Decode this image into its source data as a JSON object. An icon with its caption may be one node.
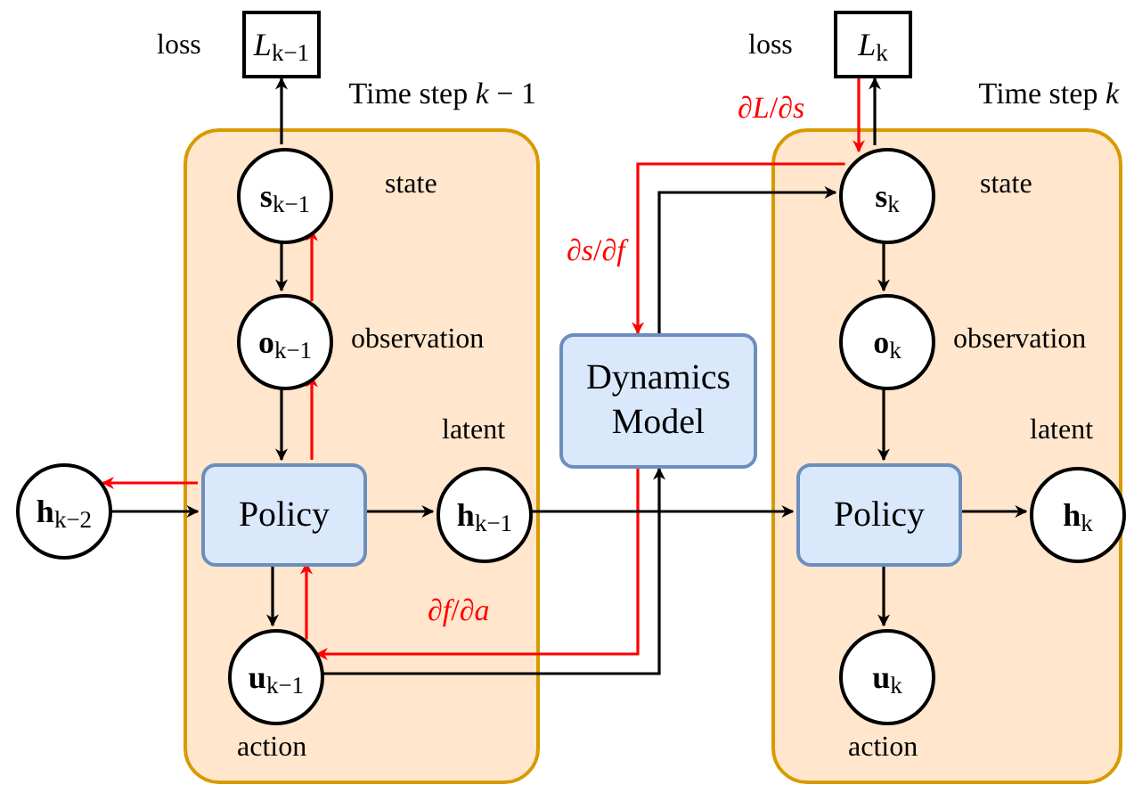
{
  "diagram": {
    "nodes": [
      {
        "text": [
          "Time step *k* − 1"
        ]
      },
      {
        "text": [
          "Time step *k*"
        ]
      },
      {
        "text": [
          "*L*$_{k−1}$"
        ],
        "beside": [
          "loss"
        ]
      },
      {
        "text": [
          "**s**$_{k−1}$"
        ],
        "in": 0,
        "beside": [
          "state"
        ]
      },
      {
        "text": [
          "**o**$_{k−1}$"
        ],
        "in": 0,
        "beside": [
          "observation"
        ]
      },
      {
        "text": [
          "Policy"
        ],
        "in": 0
      },
      {
        "text": [
          "**h**$_{k−1}$"
        ],
        "in": 0,
        "beside": [
          "latent"
        ]
      },
      {
        "text": [
          "**u**$_{k−1}$"
        ],
        "in": 0,
        "beside": [
          "action"
        ]
      },
      {
        "text": [
          "**h**$_{k−2}$"
        ]
      },
      {
        "text": [
          "Dynamics Model"
        ]
      },
      {
        "text": [
          "*L*$_{k}$"
        ],
        "beside": [
          "loss"
        ]
      },
      {
        "text": [
          "**s**$_{k}$"
        ],
        "in": 1,
        "beside": [
          "state"
        ]
      },
      {
        "text": [
          "**o**$_{k}$"
        ],
        "in": 1,
        "beside": [
          "observation"
        ]
      },
      {
        "text": [
          "Policy"
        ],
        "in": 1
      },
      {
        "text": [
          "**h**$_{k}$"
        ],
        "in": 1,
        "beside": [
          "latent"
        ]
      },
      {
        "text": [
          "**u**$_{k}$"
        ],
        "in": 1,
        "beside": [
          "action"
        ]
      }
    ],
    "edges": [
      {
        "from": 3,
        "to": 2,
        "arrow": "to"
      },
      {
        "from": 3,
        "to": 4,
        "arrow": "to"
      },
      {
        "from": 4,
        "to": 5,
        "arrow": "to"
      },
      {
        "from": 5,
        "to": 7,
        "arrow": "to"
      },
      {
        "from": 8,
        "to": 5,
        "arrow": "to"
      },
      {
        "from": 5,
        "to": 6,
        "arrow": "to"
      },
      {
        "from": 5,
        "to": 8,
        "arrow": "to",
        "color": "#ff0000"
      },
      {
        "from": 5,
        "to": 4,
        "arrow": "to",
        "color": "#ff0000"
      },
      {
        "from": 4,
        "to": 3,
        "arrow": "to",
        "color": "#ff0000"
      },
      {
        "from": 7,
        "to": 5,
        "arrow": "to",
        "color": "#ff0000"
      },
      {
        "from": 7,
        "to": 9,
        "arrow": "to"
      },
      {
        "from": 9,
        "to": 11,
        "arrow": "to"
      },
      {
        "from": 11,
        "to": 9,
        "arrow": "to",
        "color": "#ff0000",
        "label": "∂*s*/∂*f*"
      },
      {
        "from": 9,
        "to": 7,
        "arrow": "to",
        "color": "#ff0000",
        "label": "∂*f*/∂*a*"
      },
      {
        "from": 10,
        "to": 11,
        "arrow": "to",
        "color": "#ff0000",
        "label": "∂*L*/∂*s*"
      },
      {
        "from": 11,
        "to": 10,
        "arrow": "to"
      },
      {
        "from": 6,
        "to": 13,
        "arrow": "to"
      },
      {
        "from": 11,
        "to": 12,
        "arrow": "to"
      },
      {
        "from": 12,
        "to": 13,
        "arrow": "to"
      },
      {
        "from": 13,
        "to": 15,
        "arrow": "to"
      },
      {
        "from": 13,
        "to": 14,
        "arrow": "to"
      }
    ]
  }
}
